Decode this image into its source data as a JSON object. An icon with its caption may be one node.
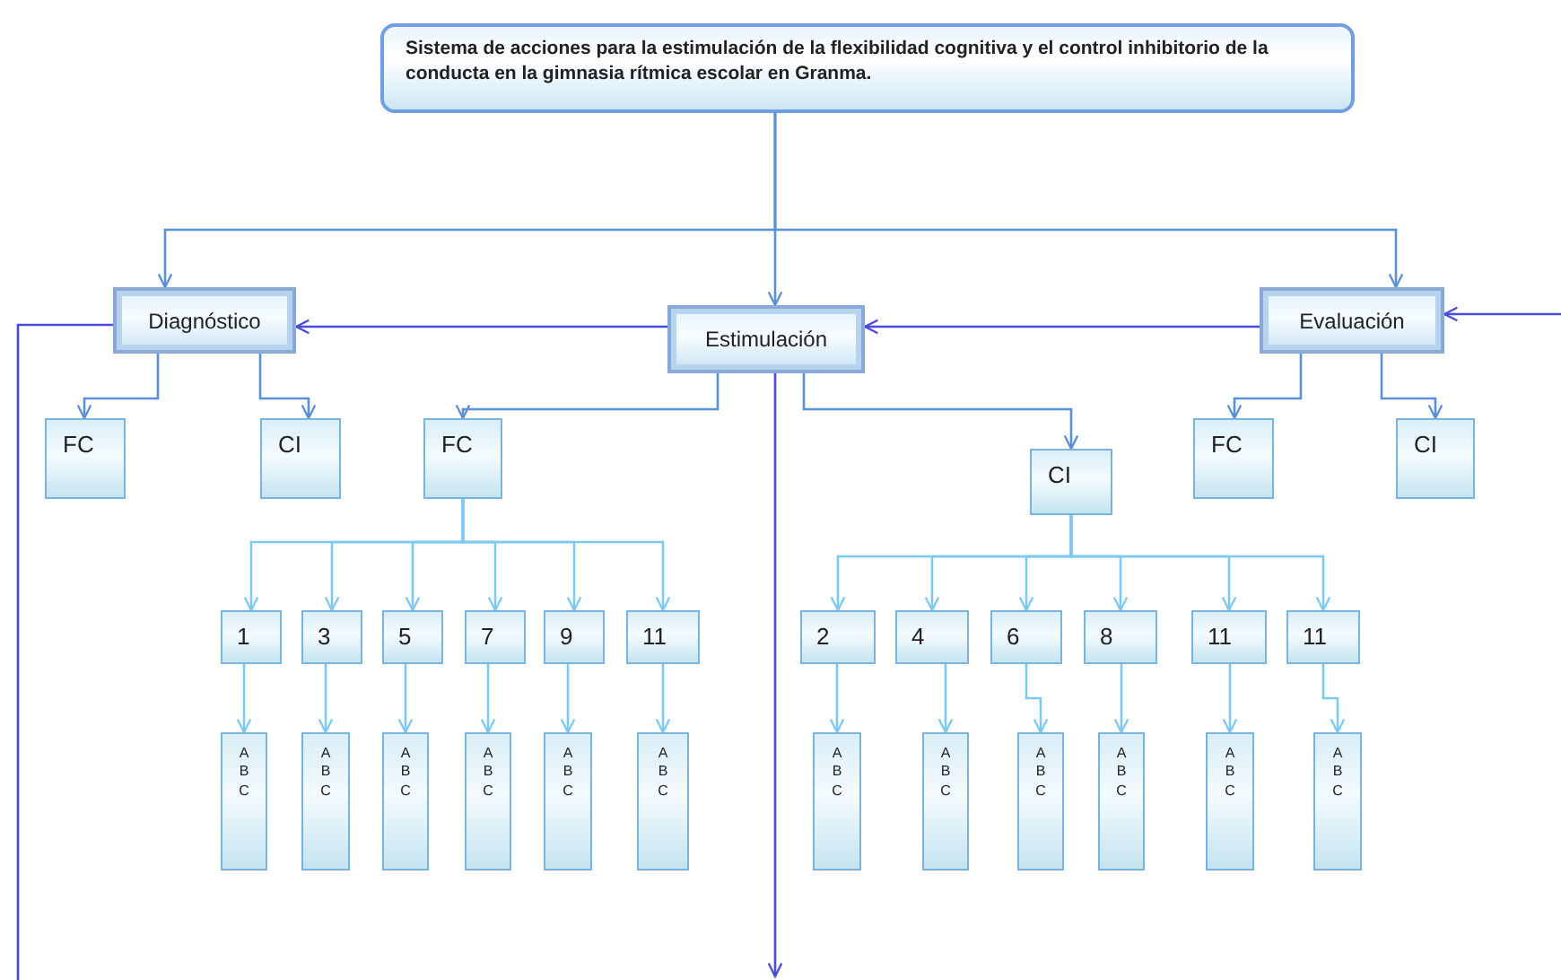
{
  "diagram": {
    "nodes": [
      {
        "text": [
          "Sistema de acciones para la estimulación de la flexibilidad cognitiva y el control inhibitorio de la conducta en la gimnasia rítmica escolar en Granma."
        ]
      },
      {
        "text": [
          "Diagnóstico"
        ]
      },
      {
        "text": [
          "Estimulación"
        ]
      },
      {
        "text": [
          "Evaluación"
        ]
      },
      {
        "text": [
          "FC"
        ]
      },
      {
        "text": [
          "CI"
        ]
      },
      {
        "text": [
          "FC"
        ]
      },
      {
        "text": [
          "CI"
        ]
      },
      {
        "text": [
          "FC"
        ]
      },
      {
        "text": [
          "CI"
        ]
      },
      {
        "text": [
          "1"
        ]
      },
      {
        "text": [
          "3"
        ]
      },
      {
        "text": [
          "5"
        ]
      },
      {
        "text": [
          "7"
        ]
      },
      {
        "text": [
          "9"
        ]
      },
      {
        "text": [
          "11"
        ]
      },
      {
        "text": [
          "2"
        ]
      },
      {
        "text": [
          "4"
        ]
      },
      {
        "text": [
          "6"
        ]
      },
      {
        "text": [
          "8"
        ]
      },
      {
        "text": [
          "11"
        ]
      },
      {
        "text": [
          "11"
        ]
      },
      {
        "text": [
          "A B C"
        ]
      },
      {
        "text": [
          "A B C"
        ]
      },
      {
        "text": [
          "A B C"
        ]
      },
      {
        "text": [
          "A B C"
        ]
      },
      {
        "text": [
          "A B C"
        ]
      },
      {
        "text": [
          "A B C"
        ]
      },
      {
        "text": [
          "A B C"
        ]
      },
      {
        "text": [
          "A B C"
        ]
      },
      {
        "text": [
          "A B C"
        ]
      },
      {
        "text": [
          "A B C"
        ]
      },
      {
        "text": [
          "A B C"
        ]
      },
      {
        "text": [
          "A B C"
        ]
      }
    ],
    "edges": [
      {
        "from": 0,
        "to": 1,
        "arrow": "to",
        "color": "#5b8fd6"
      },
      {
        "from": 0,
        "to": 2,
        "arrow": "to",
        "color": "#5b8fd6"
      },
      {
        "from": 0,
        "to": 3,
        "arrow": "to",
        "color": "#5b8fd6"
      },
      {
        "from": 2,
        "to": 1,
        "arrow": "to",
        "color": "#4a4adf"
      },
      {
        "from": 3,
        "to": 2,
        "arrow": "to",
        "color": "#4a4adf"
      },
      {
        "from": null,
        "to": 3,
        "arrow": "to",
        "color": "#4a4adf"
      },
      {
        "from": 1,
        "to": null,
        "arrow": "none",
        "color": "#4a4adf"
      },
      {
        "from": 2,
        "to": null,
        "arrow": "to",
        "color": "#4a4adf"
      },
      {
        "from": 1,
        "to": 4,
        "arrow": "to",
        "color": "#5b8fd6"
      },
      {
        "from": 1,
        "to": 5,
        "arrow": "to",
        "color": "#5b8fd6"
      },
      {
        "from": 2,
        "to": 6,
        "arrow": "to",
        "color": "#5b8fd6"
      },
      {
        "from": 2,
        "to": 7,
        "arrow": "to",
        "color": "#5b8fd6"
      },
      {
        "from": 3,
        "to": 8,
        "arrow": "to",
        "color": "#5b8fd6"
      },
      {
        "from": 3,
        "to": 9,
        "arrow": "to",
        "color": "#5b8fd6"
      },
      {
        "from": 6,
        "to": 10,
        "arrow": "to"
      },
      {
        "from": 6,
        "to": 11,
        "arrow": "to"
      },
      {
        "from": 6,
        "to": 12,
        "arrow": "to"
      },
      {
        "from": 6,
        "to": 13,
        "arrow": "to"
      },
      {
        "from": 6,
        "to": 14,
        "arrow": "to"
      },
      {
        "from": 6,
        "to": 15,
        "arrow": "to"
      },
      {
        "from": 7,
        "to": 16,
        "arrow": "to"
      },
      {
        "from": 7,
        "to": 17,
        "arrow": "to"
      },
      {
        "from": 7,
        "to": 18,
        "arrow": "to"
      },
      {
        "from": 7,
        "to": 19,
        "arrow": "to"
      },
      {
        "from": 7,
        "to": 20,
        "arrow": "to"
      },
      {
        "from": 7,
        "to": 21,
        "arrow": "to"
      },
      {
        "from": 10,
        "to": 22,
        "arrow": "to"
      },
      {
        "from": 11,
        "to": 23,
        "arrow": "to"
      },
      {
        "from": 12,
        "to": 24,
        "arrow": "to"
      },
      {
        "from": 13,
        "to": 25,
        "arrow": "to"
      },
      {
        "from": 14,
        "to": 26,
        "arrow": "to"
      },
      {
        "from": 15,
        "to": 27,
        "arrow": "to"
      },
      {
        "from": 16,
        "to": 28,
        "arrow": "to"
      },
      {
        "from": 17,
        "to": 29,
        "arrow": "to"
      },
      {
        "from": 18,
        "to": 30,
        "arrow": "to"
      },
      {
        "from": 19,
        "to": 31,
        "arrow": "to"
      },
      {
        "from": 20,
        "to": 32,
        "arrow": "to"
      },
      {
        "from": 21,
        "to": 33,
        "arrow": "to"
      }
    ]
  }
}
